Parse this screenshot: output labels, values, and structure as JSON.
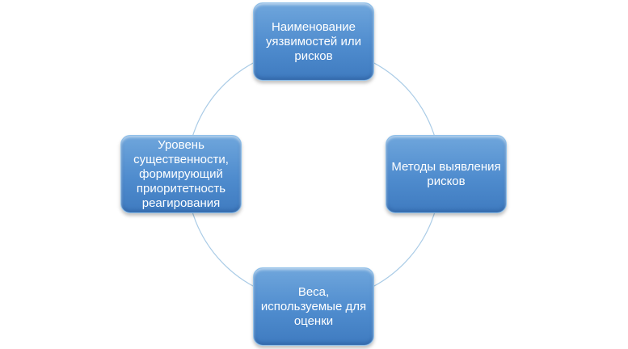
{
  "diagram": {
    "type": "cycle",
    "nodes": [
      {
        "label": "Наименование уязвимостей или рисков"
      },
      {
        "label": "Методы выявления рисков"
      },
      {
        "label": "Веса, используемые для оценки"
      },
      {
        "label": "Уровень существенности, формирующий приоритетность реагирования"
      }
    ],
    "colors": {
      "node": "#4f8cce",
      "ring": "#a9cbe6"
    }
  }
}
